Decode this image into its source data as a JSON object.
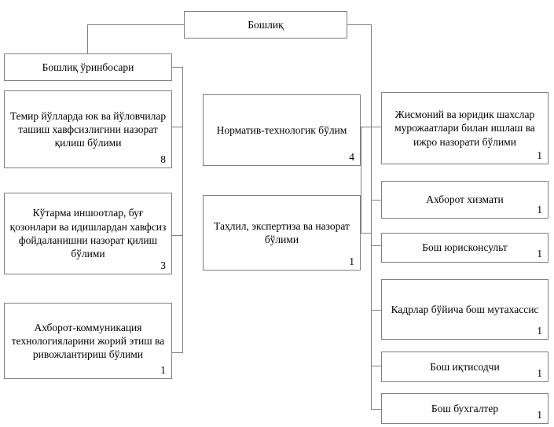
{
  "chart_data": {
    "type": "diagram",
    "title": "Tashkilot tuzilmasi (organizational structure)",
    "orientation": "top-down-lateral",
    "nodes": [
      {
        "id": "boshliq",
        "label": "Бошлиқ",
        "count": "",
        "level": 0
      },
      {
        "id": "boshliq-orinbosari",
        "label": "Бошлиқ ўринбосари",
        "count": "",
        "level": 1
      },
      {
        "id": "temir-yollarda",
        "label": "Темир йўлларда юк ва йўловчилар ташиш хавфсизлигини назорат қилиш бўлими",
        "count": "8",
        "level": 2
      },
      {
        "id": "kotarma-inshootlar",
        "label": "Кўтарма иншоотлар, буғ қозонлари ва идишлардан хавфсиз фойдаланишни назорат қилиш бўлими",
        "count": "3",
        "level": 2
      },
      {
        "id": "axborot-kommunikatsiya",
        "label": "Ахборот-коммуникация технологияларини жорий этиш ва ривожлантириш бўлими",
        "count": "1",
        "level": 2
      },
      {
        "id": "normativ-texnologik",
        "label": "Норматив-технологик бўлим",
        "count": "4",
        "level": 1
      },
      {
        "id": "tahlil-ekspertiza",
        "label": "Таҳлил, экспертиза ва назорат бўлими",
        "count": "1",
        "level": 1
      },
      {
        "id": "jismoniy-yuridik",
        "label": "Жисмоний ва юридик шахслар мурожаатлари билан ишлаш ва ижро назорати бўлими",
        "count": "1",
        "level": 1
      },
      {
        "id": "axborot-xizmati",
        "label": "Ахборот хизмати",
        "count": "1",
        "level": 1
      },
      {
        "id": "bosh-yuriskonsult",
        "label": "Бош юрисконсульт",
        "count": "1",
        "level": 1
      },
      {
        "id": "kadrlar-bosh-mutaxassis",
        "label": "Кадрлар бўйича бош мутахассис",
        "count": "1",
        "level": 1
      },
      {
        "id": "bosh-iqtisodchi",
        "label": "Бош иқтисодчи",
        "count": "1",
        "level": 1
      },
      {
        "id": "bosh-buxgalter",
        "label": "Бош бухгалтер",
        "count": "1",
        "level": 1
      }
    ],
    "edges": [
      {
        "from": "boshliq",
        "to": "boshliq-orinbosari"
      },
      {
        "from": "boshliq-orinbosari",
        "to": "temir-yollarda"
      },
      {
        "from": "boshliq-orinbosari",
        "to": "kotarma-inshootlar"
      },
      {
        "from": "boshliq-orinbosari",
        "to": "axborot-kommunikatsiya"
      },
      {
        "from": "boshliq",
        "to": "normativ-texnologik"
      },
      {
        "from": "boshliq",
        "to": "tahlil-ekspertiza"
      },
      {
        "from": "boshliq",
        "to": "jismoniy-yuridik"
      },
      {
        "from": "boshliq",
        "to": "axborot-xizmati"
      },
      {
        "from": "boshliq",
        "to": "bosh-yuriskonsult"
      },
      {
        "from": "boshliq",
        "to": "kadrlar-bosh-mutaxassis"
      },
      {
        "from": "boshliq",
        "to": "bosh-iqtisodchi"
      },
      {
        "from": "boshliq",
        "to": "bosh-buxgalter"
      }
    ],
    "colors": {
      "box_border": "#808080",
      "connector": "#808080",
      "text": "#000000",
      "background": "#ffffff"
    }
  },
  "nodes": {
    "boshliq": {
      "label": "Бошлиқ",
      "count": ""
    },
    "boshliq_orinbosari": {
      "label": "Бошлиқ ўринбосари",
      "count": ""
    },
    "temir_yollarda": {
      "label": "Темир йўлларда юк ва йўловчилар ташиш хавфсизлигини назорат қилиш бўлими",
      "count": "8"
    },
    "kotarma_inshootlar": {
      "label": "Кўтарма иншоотлар, буғ қозонлари ва идишлардан хавфсиз фойдаланишни назорат қилиш бўлими",
      "count": "3"
    },
    "axborot_kommunikatsiya": {
      "label": "Ахборот-коммуникация технологияларини жорий этиш ва ривожлантириш бўлими",
      "count": "1"
    },
    "normativ_texnologik": {
      "label": "Норматив-технологик бўлим",
      "count": "4"
    },
    "tahlil_ekspertiza": {
      "label": "Таҳлил, экспертиза ва назорат бўлими",
      "count": "1"
    },
    "jismoniy_yuridik": {
      "label": "Жисмоний ва юридик шахслар мурожаатлари билан ишлаш ва ижро назорати бўлими",
      "count": "1"
    },
    "axborot_xizmati": {
      "label": "Ахборот хизмати",
      "count": "1"
    },
    "bosh_yuriskonsult": {
      "label": "Бош юрисконсульт",
      "count": "1"
    },
    "kadrlar_bosh_mutaxassis": {
      "label": "Кадрлар бўйича бош мутахассис",
      "count": "1"
    },
    "bosh_iqtisodchi": {
      "label": "Бош иқтисодчи",
      "count": "1"
    },
    "bosh_buxgalter": {
      "label": "Бош бухгалтер",
      "count": "1"
    }
  }
}
